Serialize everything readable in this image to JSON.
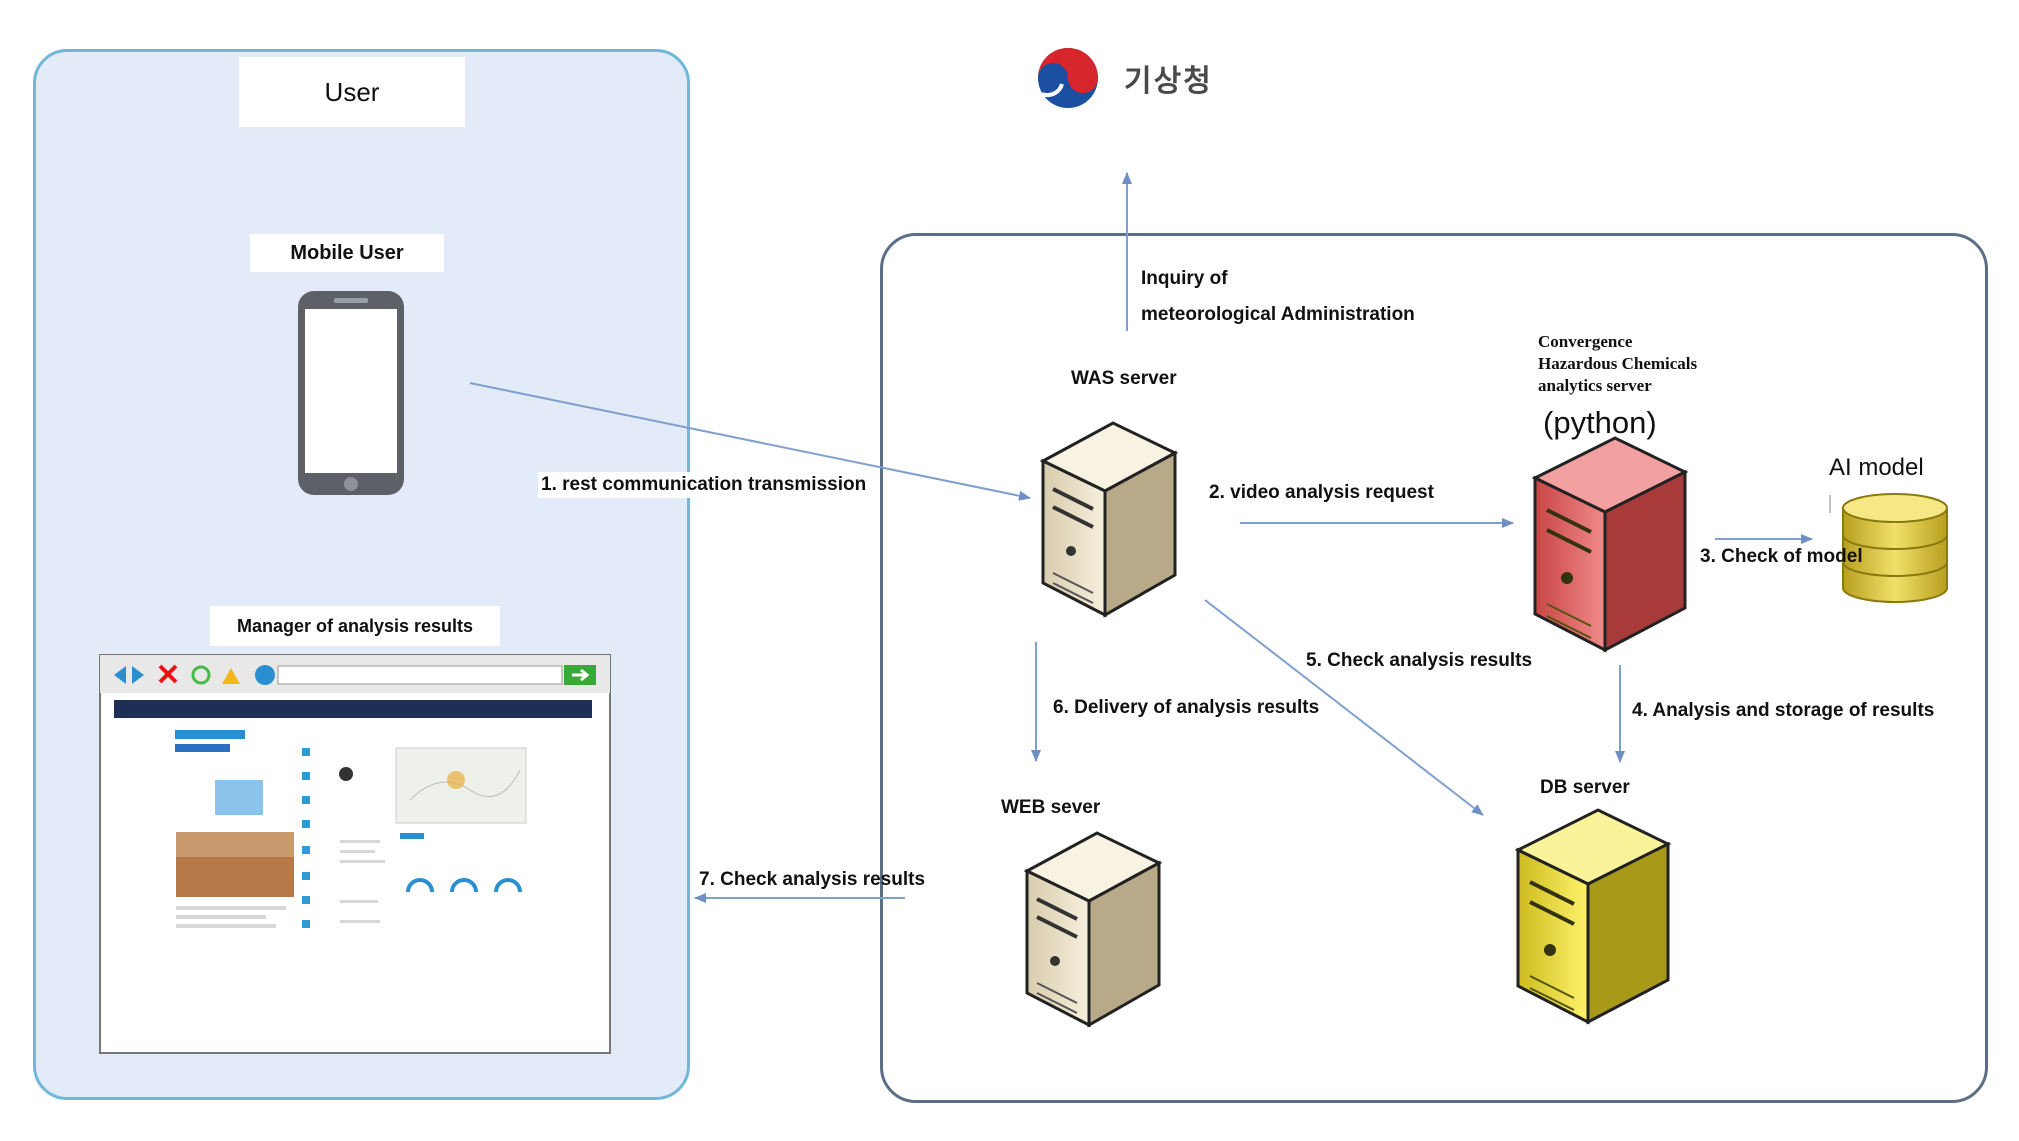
{
  "user_panel": {
    "title": "User",
    "mobile_label": "Mobile User",
    "manager_label": "Manager of analysis results"
  },
  "kma_logo": {
    "text": "기상청"
  },
  "servers": {
    "was": "WAS server",
    "analytics_line1": "Convergence",
    "analytics_line2": "Hazardous Chemicals",
    "analytics_line3": "analytics server",
    "analytics_lang": "(python)",
    "ai_model": "AI model",
    "web": "WEB sever",
    "db": "DB server"
  },
  "flows": {
    "inquiry_line1": "Inquiry of",
    "inquiry_line2": "meteorological Administration",
    "step1": "1. rest communication transmission",
    "step2": "2. video analysis request",
    "step3": "3. Check of model",
    "step4": "4. Analysis and storage of results",
    "step5": "5. Check analysis results",
    "step6": "6. Delivery of analysis results",
    "step7": "7. Check analysis results"
  },
  "colors": {
    "user_panel_bg": "#e3eaf8",
    "user_panel_border": "#6fb8d9",
    "arrow": "#7f9fcf",
    "was_server": "#ece3cc",
    "analytics_server": "#e46a6a",
    "db_server": "#f0e24a",
    "ai_db": "#d7c33b"
  }
}
